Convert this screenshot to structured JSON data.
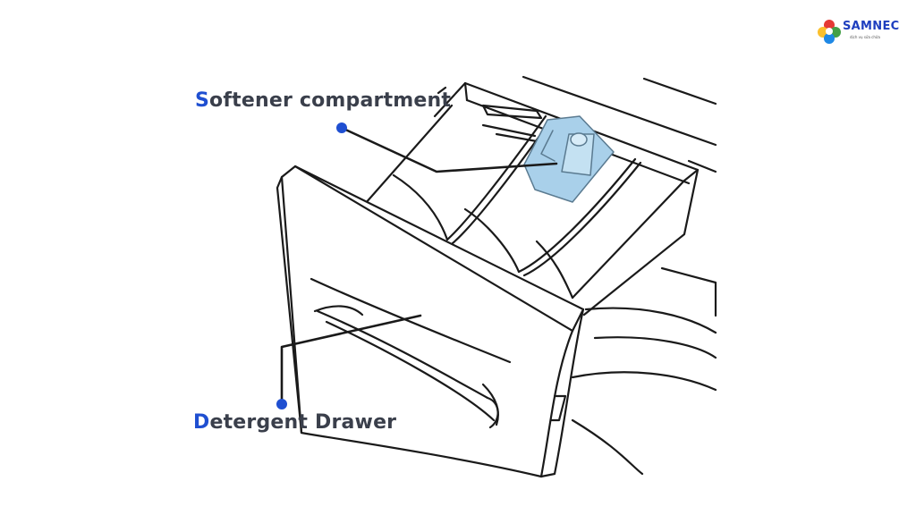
{
  "labels": {
    "softener": {
      "initial": "S",
      "rest": "oftener compartment"
    },
    "detergent": {
      "initial": "D",
      "rest": "etergent Drawer"
    }
  },
  "logo": {
    "name": "SAMNEC",
    "tagline": "dịch vụ sửa chữa"
  },
  "colors": {
    "accent": "#1f4fd1",
    "label_text": "#3a3f4b",
    "line": "#1a1a1a",
    "compartment_blue": "#a9d0ea",
    "logo_blue": "#1f3fbf"
  }
}
